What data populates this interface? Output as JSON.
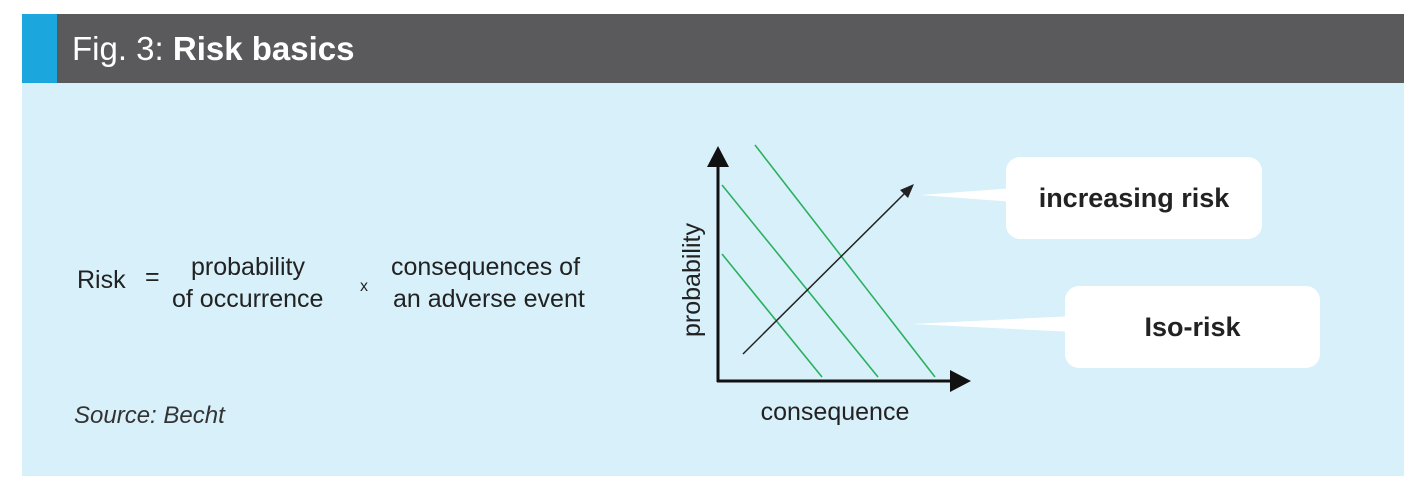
{
  "header": {
    "prefix": "Fig. 3: ",
    "title": "Risk basics"
  },
  "formula": {
    "lhs": "Risk",
    "equals": "=",
    "term1_line1": "probability",
    "term1_line2": "of occurrence",
    "times": "x",
    "term2_line1": "consequences of",
    "term2_line2": "an adverse event"
  },
  "source": "Source: Becht",
  "diagram": {
    "y_axis_label": "probability",
    "x_axis_label": "consequence",
    "iso_risk_lines": 3,
    "colors": {
      "iso_line": "#2bb05e",
      "axis": "#111111",
      "arrow": "#222222"
    }
  },
  "callouts": {
    "increasing": "increasing risk",
    "iso": "Iso-risk"
  },
  "colors": {
    "header_bg": "#5a5a5c",
    "header_accent": "#1ca6de",
    "panel_bg": "#d8f0fa"
  }
}
